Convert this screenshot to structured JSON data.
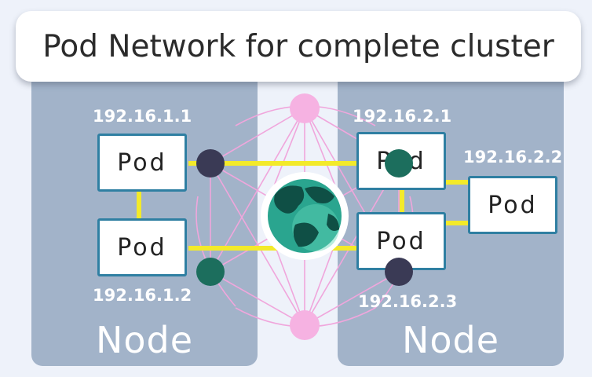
{
  "title": "Pod Network for complete cluster",
  "nodes": [
    {
      "label": "Node",
      "pods": [
        {
          "label": "Pod",
          "ip": "192.16.1.1"
        },
        {
          "label": "Pod",
          "ip": "192.16.1.2"
        }
      ]
    },
    {
      "label": "Node",
      "pods": [
        {
          "label": "Pod",
          "ip": "192.16.2.1"
        },
        {
          "label": "Pod",
          "ip": "192.16.2.2"
        },
        {
          "label": "Pod",
          "ip": "192.16.2.3"
        }
      ]
    }
  ],
  "colors": {
    "node_panel": "#a2b3c9",
    "pod_border": "#2f7fa2",
    "link_yellow": "#f3ea2a",
    "mesh_pink": "#f0a6dc",
    "dot_dark": "#3a3a55",
    "dot_green": "#1c6e5d",
    "globe_water": "#1f8f80",
    "globe_land": "#0f4f45"
  },
  "icons": [
    "globe-icon",
    "network-endpoint-dot"
  ]
}
